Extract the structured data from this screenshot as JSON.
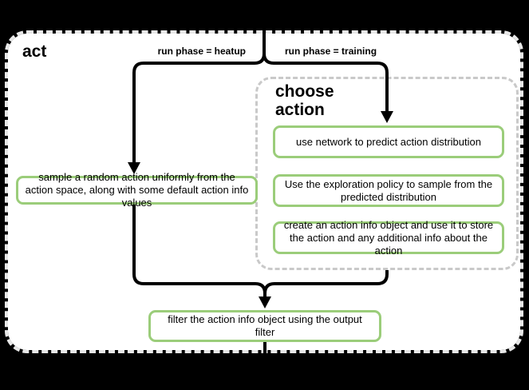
{
  "act": {
    "title": "act",
    "branch_labels": {
      "heatup": "run phase = heatup",
      "training": "run phase = training"
    },
    "choose_action_group": {
      "title": "choose action"
    },
    "nodes": {
      "sample_random": "sample a random action uniformly from the action space, along with some default action info values",
      "use_network": "use network to predict action distribution",
      "exploration_policy": "Use the exploration policy to sample from the predicted distribution",
      "create_action_info": "create an action info object and use it to store the action and any additional info about the action",
      "filter_output": "filter the action info object using the output filter"
    },
    "colors": {
      "background": "#000000",
      "container_fill": "#ffffff",
      "container_border": "#e8e8e8",
      "group_border": "#c9c9c9",
      "node_border": "#9bcd7a",
      "connector": "#000000"
    }
  }
}
